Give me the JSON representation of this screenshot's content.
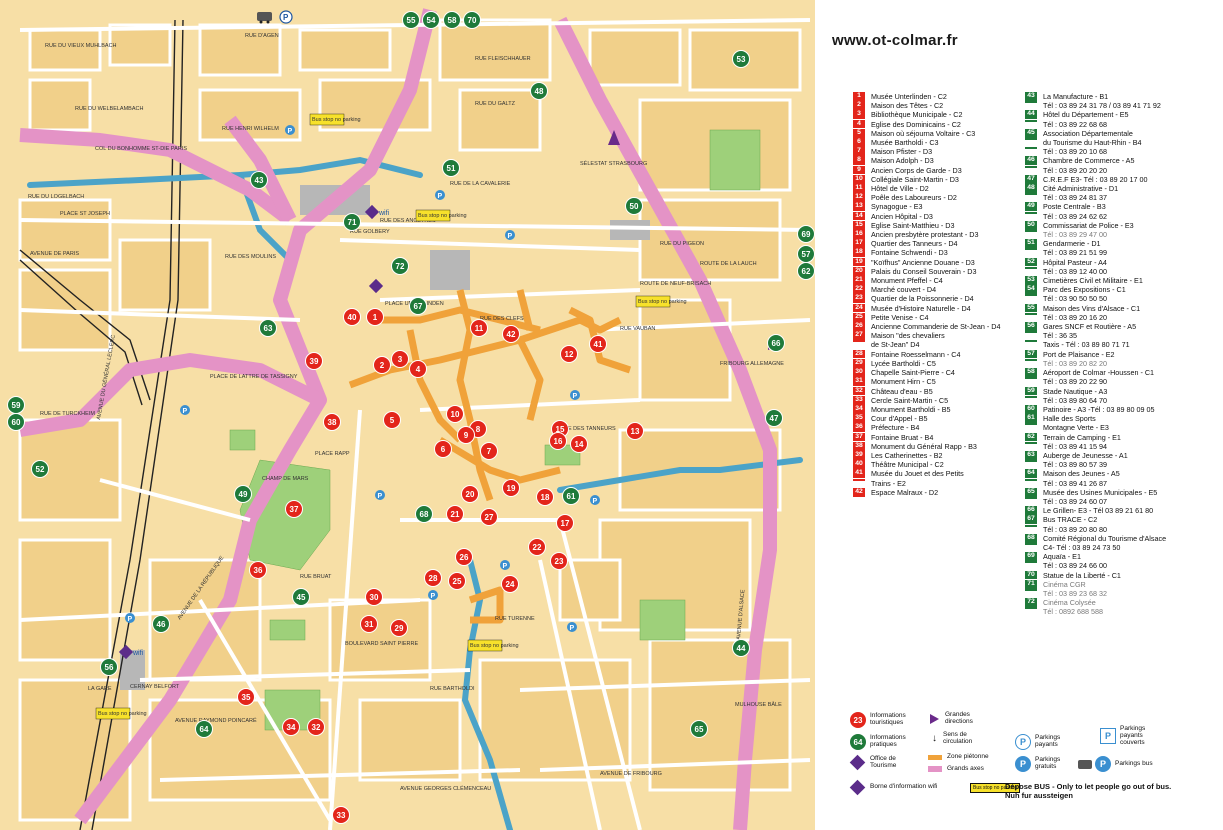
{
  "site_url": "www.ot-colmar.fr",
  "legend_red": [
    {
      "n": "1",
      "t": "Musée Unterlinden - C2"
    },
    {
      "n": "2",
      "t": "Maison des Têtes - C2"
    },
    {
      "n": "3",
      "t": "Bibliothèque Municipale - C2"
    },
    {
      "n": "4",
      "t": "Eglise des Dominicains - C2"
    },
    {
      "n": "5",
      "t": "Maison où séjourna Voltaire - C3"
    },
    {
      "n": "6",
      "t": "Musée Bartholdi - C3"
    },
    {
      "n": "7",
      "t": "Maison Pfister - D3"
    },
    {
      "n": "8",
      "t": "Maison Adolph - D3"
    },
    {
      "n": "9",
      "t": "Ancien Corps de Garde - D3"
    },
    {
      "n": "10",
      "t": "Collégiale Saint-Martin - D3"
    },
    {
      "n": "11",
      "t": "Hôtel de Ville - D2"
    },
    {
      "n": "12",
      "t": "Poêle des Laboureurs - D2"
    },
    {
      "n": "13",
      "t": "Synagogue - E3"
    },
    {
      "n": "14",
      "t": "Ancien Hôpital - D3"
    },
    {
      "n": "15",
      "t": "Eglise Saint-Matthieu - D3"
    },
    {
      "n": "16",
      "t": "Ancien presbytère protestant - D3"
    },
    {
      "n": "17",
      "t": "Quartier des Tanneurs - D4"
    },
    {
      "n": "18",
      "t": "Fontaine Schwendi - D3"
    },
    {
      "n": "19",
      "t": "\"Koïfhus\" Ancienne Douane - D3"
    },
    {
      "n": "20",
      "t": "Palais du Conseil Souverain - D3"
    },
    {
      "n": "21",
      "t": "Monument Pfeffel - C4"
    },
    {
      "n": "22",
      "t": "Marché couvert - D4"
    },
    {
      "n": "23",
      "t": "Quartier de la Poissonnerie - D4"
    },
    {
      "n": "24",
      "t": "Musée d'Histoire Naturelle - D4"
    },
    {
      "n": "25",
      "t": "Petite Venise - C4"
    },
    {
      "n": "26",
      "t": "Ancienne Commanderie de St-Jean - D4"
    },
    {
      "n": "27",
      "t": "Maison \"des chevaliers"
    },
    {
      "n": "",
      "t": "de St-Jean\" D4"
    },
    {
      "n": "28",
      "t": "Fontaine Roesselmann - C4"
    },
    {
      "n": "29",
      "t": "Lycée Bartholdi - C5"
    },
    {
      "n": "30",
      "t": "Chapelle Saint-Pierre - C4"
    },
    {
      "n": "31",
      "t": "Monument Hirn - C5"
    },
    {
      "n": "32",
      "t": "Château d'eau - B5"
    },
    {
      "n": "33",
      "t": "Cercle Saint-Martin - C5"
    },
    {
      "n": "34",
      "t": "Monument Bartholdi - B5"
    },
    {
      "n": "35",
      "t": "Cour d'Appel - B5"
    },
    {
      "n": "36",
      "t": "Préfecture - B4"
    },
    {
      "n": "37",
      "t": "Fontaine Bruat - B4"
    },
    {
      "n": "38",
      "t": "Monument du Général Rapp - B3"
    },
    {
      "n": "39",
      "t": "Les Catherinettes - B2"
    },
    {
      "n": "40",
      "t": "Théâtre Municipal - C2"
    },
    {
      "n": "41",
      "t": "Musée du Jouet et des Petits"
    },
    {
      "n": "",
      "t": "Trains - E2"
    },
    {
      "n": "42",
      "t": "Espace Malraux - D2"
    }
  ],
  "legend_green": [
    {
      "n": "43",
      "t": "La Manufacture - B1"
    },
    {
      "n": "",
      "t": "Tél : 03 89 24 31 78 / 03 89 41 71 92"
    },
    {
      "n": "44",
      "t": "Hôtel du Département - E5"
    },
    {
      "n": "",
      "t": "Tél : 03 89 22 68 68"
    },
    {
      "n": "45",
      "t": "Association Départementale"
    },
    {
      "n": "",
      "t": "du Tourisme du Haut-Rhin - B4"
    },
    {
      "n": "",
      "t": "Tél : 03 89 20 10 68"
    },
    {
      "n": "46",
      "t": "Chambre de Commerce - A5"
    },
    {
      "n": "",
      "t": "Tél : 03 89 20 20 20"
    },
    {
      "n": "47",
      "t": "C.R.E.F E3- Tél : 03 89 20 17 00"
    },
    {
      "n": "48",
      "t": "Cité Administrative - D1"
    },
    {
      "n": "",
      "t": "Tél : 03 89 24 81 37"
    },
    {
      "n": "49",
      "t": "Poste Centrale - B3"
    },
    {
      "n": "",
      "t": "Tél : 03 89 24 62 62"
    },
    {
      "n": "50",
      "t": "Commissariat de Police - E3"
    },
    {
      "n": "",
      "t": "Tél : 03 89 29 47 00",
      "grey": true
    },
    {
      "n": "51",
      "t": "Gendarmerie - D1"
    },
    {
      "n": "",
      "t": "Tél : 03 89 21 51 99"
    },
    {
      "n": "52",
      "t": "Hôpital Pasteur - A4"
    },
    {
      "n": "",
      "t": "Tél : 03 89 12 40 00"
    },
    {
      "n": "53",
      "t": "Cimetières Civil et Militaire - E1"
    },
    {
      "n": "54",
      "t": "Parc des Expositions - C1"
    },
    {
      "n": "",
      "t": "Tél : 03 90 50 50 50"
    },
    {
      "n": "55",
      "t": "Maison des Vins d'Alsace - C1"
    },
    {
      "n": "",
      "t": "Tél : 03 89 20 16 20"
    },
    {
      "n": "56",
      "t": "Gares SNCF et Routière - A5"
    },
    {
      "n": "",
      "t": "Tél : 36 35"
    },
    {
      "n": "",
      "t": "Taxis - Tél : 03 89 80 71 71"
    },
    {
      "n": "57",
      "t": "Port de Plaisance - E2"
    },
    {
      "n": "",
      "t": "Tél : 03 89 20 82 20",
      "grey": true
    },
    {
      "n": "58",
      "t": "Aéroport de Colmar -Houssen - C1"
    },
    {
      "n": "",
      "t": "Tél : 03 89 20 22 90"
    },
    {
      "n": "59",
      "t": "Stade Nautique - A3"
    },
    {
      "n": "",
      "t": "Tél : 03 89 80 64 70"
    },
    {
      "n": "60",
      "t": "Patinoire - A3 -Tél : 03 89 80 09 05"
    },
    {
      "n": "61",
      "t": "Halle des Sports"
    },
    {
      "n": "",
      "t": "Montagne Verte - E3"
    },
    {
      "n": "62",
      "t": "Terrain de Camping - E1"
    },
    {
      "n": "",
      "t": "Tél : 03 89 41 15 94"
    },
    {
      "n": "63",
      "t": "Auberge de Jeunesse - A1"
    },
    {
      "n": "",
      "t": "Tél : 03 89 80 57 39"
    },
    {
      "n": "64",
      "t": "Maison des Jeunes - A5"
    },
    {
      "n": "",
      "t": "Tél : 03 89 41 26 87"
    },
    {
      "n": "65",
      "t": "Musée des Usines Municipales - E5"
    },
    {
      "n": "",
      "t": "Tél : 03 89 24 60 07"
    },
    {
      "n": "66",
      "t": "Le Grillen- E3 - Tél 03 89 21 61 80"
    },
    {
      "n": "67",
      "t": "Bus TRACE - C2"
    },
    {
      "n": "",
      "t": "Tél : 03 89 20 80 80"
    },
    {
      "n": "68",
      "t": "Comité Régional du Tourisme d'Alsace"
    },
    {
      "n": "",
      "t": "C4- Tél : 03 89 24 73 50"
    },
    {
      "n": "69",
      "t": "Aquaïa - E1"
    },
    {
      "n": "",
      "t": "Tél : 03 89 24 66 00"
    },
    {
      "n": "70",
      "t": "Statue de la Liberté - C1"
    },
    {
      "n": "71",
      "t": "Cinéma CGR",
      "grey": true
    },
    {
      "n": "",
      "t": "Tél : 03 89 23 68 32",
      "grey": true
    },
    {
      "n": "72",
      "t": "Cinéma Colysée",
      "grey": true
    },
    {
      "n": "",
      "t": "Tél : 0892 688 588",
      "grey": true
    }
  ],
  "legend_key": {
    "tourist_info": "Informations touristiques",
    "practical_info": "Informations pratiques",
    "tourism_office": "Office de Tourisme",
    "main_directions": "Grandes directions",
    "traffic_direction": "Sens de circulation",
    "pedestrian_zone": "Zone piétonne",
    "main_axes": "Grands axes",
    "paid_parking": "Parkings payants",
    "free_parking": "Parkings gratuits",
    "covered_paid_parking": "Parkings payants couverts",
    "bus_parking": "Parkings bus",
    "wifi_terminal": "Borne d'information wifi",
    "bus_stop_sign": "Bus stop no parking",
    "bus_drop_note_1": "Dépose BUS - Only to let people go out of bus.",
    "bus_drop_note_2": "Nuh fur aussteigen"
  },
  "map_labels": {
    "rue_agen": "RUE D'AGEN",
    "rue_fleischhauer": "RUE FLEISCHHAUER",
    "rue_galtz": "RUE DU GALTZ",
    "rue_vieux_muhlbach": "RUE DU VIEUX MUHLBACH",
    "rue_welbelambach": "RUE DU WELBELAMBACH",
    "rue_henri_wilhelm": "RUE HENRI WILHELM",
    "col_bonhomme": "COL DU BONHOMME ST-DIE PARIS",
    "rue_logelbach": "RUE DU LOGELBACH",
    "place_st_joseph": "PLACE ST JOSEPH",
    "rue_cavalerie": "RUE DE LA CAVALERIE",
    "rue_vauban": "RUE VAUBAN",
    "selestat": "SÉLESTAT STRASBOURG",
    "route_neuf_brisach": "ROUTE DE NEUF-BRISACH",
    "rue_pigeon": "RUE DU PIGEON",
    "route_ladhof": "ROUTE DE LA LAUCH",
    "fribourg": "FRIBOURG ALLEMAGNE",
    "avenue_alsace": "AVENUE D'ALSACE",
    "avenue_republique": "AVENUE DE LA RÉPUBLIQUE",
    "avenue_general_leclerc": "AVENUE DU GÉNÉRAL LECLERC",
    "place_rapp": "PLACE RAPP",
    "champ_de_mars": "CHAMP DE MARS",
    "rue_bruat": "RUE BRUAT",
    "boulevard_st_pierre": "BOULEVARD SAINT PIERRE",
    "rue_turenne": "RUE TURENNE",
    "avenue_raymond_poincare": "AVENUE RAYMOND POINCARÉ",
    "rue_bartholdi": "RUE BARTHOLDI",
    "avenue_georges_clemenceau": "AVENUE GEORGES CLÉMENCEAU",
    "avenue_fribourg": "AVENUE DE FRIBOURG",
    "mulhouse_bale": "MULHOUSE BÂLE",
    "cernay_belfort": "CERNAY BELFORT",
    "la_gare": "LA GARE",
    "place_lattre": "PLACE DE LATTRE DE TASSIGNY",
    "rue_des_clefs": "RUE DES CLEFS",
    "rue_des_tanneurs": "RUE DES TANNEURS",
    "place_unterlinden": "PLACE UNTERLINDEN",
    "rue_golbery": "RUE GOLBERY",
    "rue_des_moulins": "RUE DES MOULINS",
    "rue_des_ancetres": "RUE DES ANCÊTRES",
    "avenue_de_paris": "AVENUE DE PARIS",
    "rue_de_turckheim": "RUE DE TURCKHEIM",
    "wifi": "wifi",
    "bus_stop": "Bus stop no parking"
  }
}
